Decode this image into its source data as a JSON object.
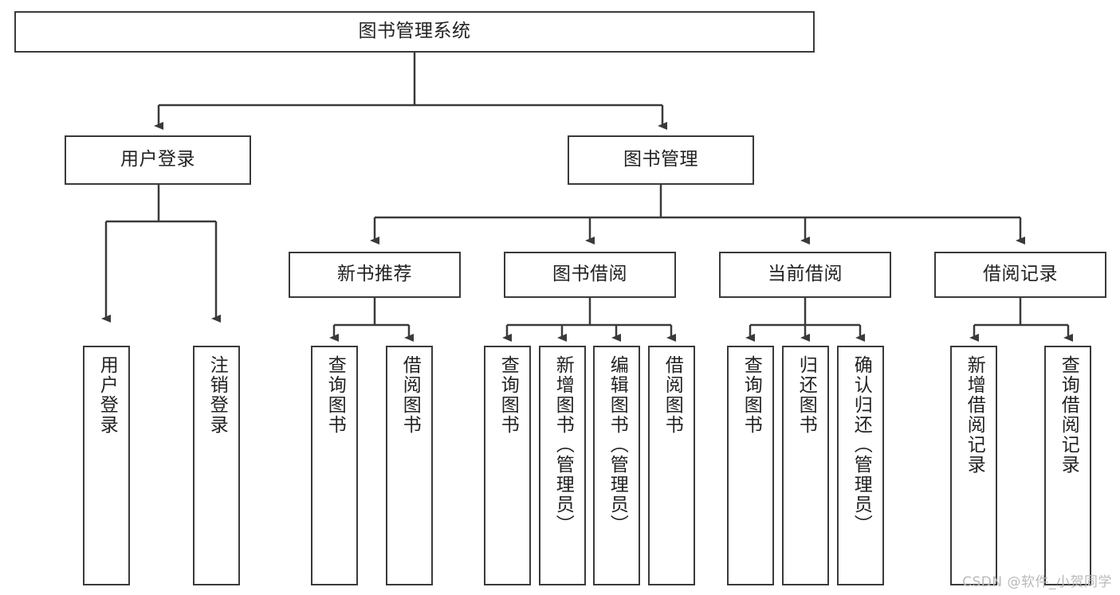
{
  "diagram": {
    "title": "图书管理系统",
    "type": "tree-hierarchy",
    "watermark": "CSDN @软件_小贺同学",
    "colors": {
      "box_border": "#3a3a3a",
      "box_fill": "#ffffff",
      "connector": "#3a3a3a",
      "text": "#222222",
      "watermark": "#b9b9b9"
    },
    "root": {
      "label": "图书管理系统"
    },
    "level2": [
      {
        "label": "用户登录"
      },
      {
        "label": "图书管理"
      }
    ],
    "level3": [
      {
        "label": "新书推荐"
      },
      {
        "label": "图书借阅"
      },
      {
        "label": "当前借阅"
      },
      {
        "label": "借阅记录"
      }
    ],
    "leaves": {
      "user_login": [
        {
          "label": "用户登录"
        },
        {
          "label": "注销登录"
        }
      ],
      "new_book_recommend": [
        {
          "label": "查询图书"
        },
        {
          "label": "借阅图书"
        }
      ],
      "book_borrow": [
        {
          "label": "查询图书"
        },
        {
          "label": "新增图书（管理员）"
        },
        {
          "label": "编辑图书（管理员）"
        },
        {
          "label": "借阅图书"
        }
      ],
      "current_borrow": [
        {
          "label": "查询图书"
        },
        {
          "label": "归还图书"
        },
        {
          "label": "确认归还（管理员）"
        }
      ],
      "borrow_record": [
        {
          "label": "新增借阅记录"
        },
        {
          "label": "查询借阅记录"
        }
      ]
    }
  }
}
